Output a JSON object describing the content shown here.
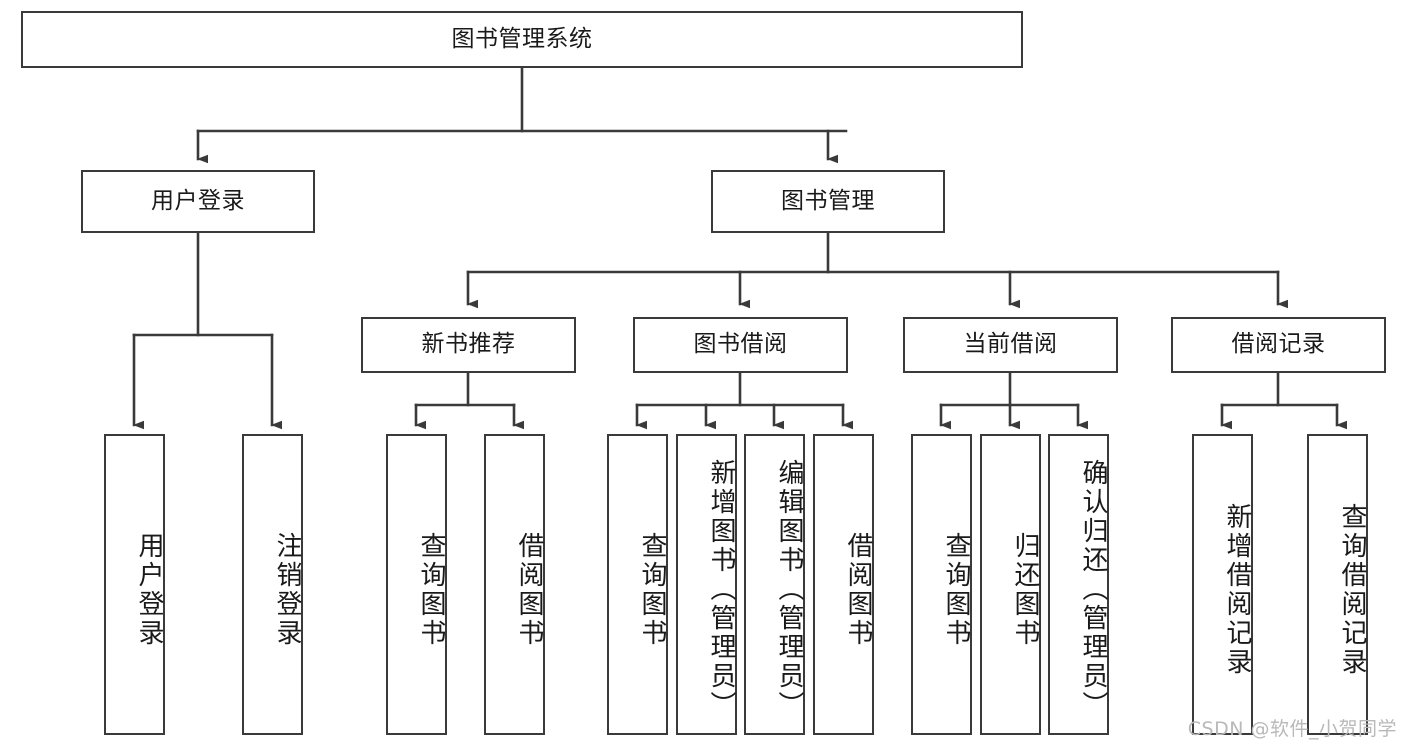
{
  "diagram": {
    "title": "图书管理系统",
    "root": {
      "label": "图书管理系统"
    },
    "level2": [
      {
        "label": "用户登录"
      },
      {
        "label": "图书管理"
      }
    ],
    "level3": [
      {
        "label": "新书推荐"
      },
      {
        "label": "图书借阅"
      },
      {
        "label": "当前借阅"
      },
      {
        "label": "借阅记录"
      }
    ],
    "leaves": {
      "user_login": [
        {
          "label": "用户登录"
        },
        {
          "label": "注销登录"
        }
      ],
      "new_book_recommend": [
        {
          "label": "查询图书"
        },
        {
          "label": "借阅图书"
        }
      ],
      "book_borrow": [
        {
          "label": "查询图书"
        },
        {
          "label": "新增图书（管理员）"
        },
        {
          "label": "编辑图书（管理员）"
        },
        {
          "label": "借阅图书"
        }
      ],
      "current_borrow": [
        {
          "label": "查询图书"
        },
        {
          "label": "归还图书"
        },
        {
          "label": "确认归还（管理员）"
        }
      ],
      "borrow_record": [
        {
          "label": "新增借阅记录"
        },
        {
          "label": "查询借阅记录"
        }
      ]
    },
    "watermark": "CSDN @软件_小贺同学",
    "colors": {
      "border": "#3a3a3a",
      "background": "#ffffff",
      "text": "#1a1a1a",
      "watermark": "#b9b9b9"
    }
  }
}
